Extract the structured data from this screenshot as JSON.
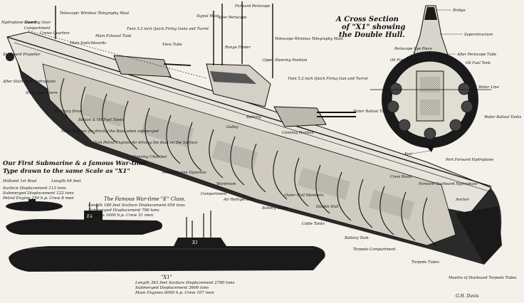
{
  "title": {
    "line1": "Our First Submarine & a famous War-time",
    "line2": "Type drawn to the same Scale as \"X1\""
  },
  "cross_section": {
    "title_line1": "A Cross Section",
    "title_line2": "of \"X1\" showing",
    "title_line3": "the Double Hull.",
    "labels": {
      "bridge": "Bridge",
      "superstructure": "Superstructure",
      "periscope_eye_piece": "Periscope Eye Piece",
      "after_periscope_tube": "After Periscope Tube",
      "oil_fuel_tank_l": "Oil Fuel Tank",
      "oil_fuel_tank_r": "Oil Fuel Tank",
      "water_line": "Water Line",
      "water_ballast_l": "Water Ballast Tanks",
      "water_ballast_r": "Water Ballast Tanks",
      "keel": "Keel"
    }
  },
  "first_boat": {
    "heading": "Holland 1st Boat",
    "length": "Length 64 feet",
    "surface_disp": "Surface Displacement 113 tons",
    "submerged_disp": "Submerged Displacement 122 tons",
    "engine": "Petrol Engine 250 h.p.  Crew 8 men"
  },
  "e_class": {
    "heading": "The Famous War-time \"E\" Class.",
    "line1": "Length 180 feet  Surface Displacement 654 tons",
    "line2": "Submerged Displacement 796 tons",
    "line3": "Engines 1600 h.p.   Crew 31 men",
    "hull_mark": "E4"
  },
  "x1": {
    "heading": "\"X1\"",
    "line1": "Length 363 feet  Surface Displacement 2780 tons",
    "line2": "Submerged Displacement 3600 tons",
    "line3": "Main Engines 6000 h.p.   Crew 107 men",
    "hull_mark": "X1"
  },
  "labels": {
    "hydroplane_guard": "Hydroplane Guard",
    "steering_gear": "Steering Gear",
    "compartment": "Compartment",
    "crews_quarters": "Crews Quarters",
    "telescopic_wireless": "Telescopic Wireless Telegraphy Mast",
    "main_switchboards": "Main Switchboards",
    "main_exhaust_tank": "Main Exhaust Tank",
    "quick_firing_guns": "Twin 5.2 inch Quick Firing Guns and Turret",
    "view_tube": "View Tube",
    "signal_mast": "Signal Mast",
    "after_periscope": "After Periscope",
    "forward_periscope": "Forward Periscope",
    "telescope_wireless_mast2": "Telescope Wireless Telegraphy Mast",
    "range_finder": "Range Finder",
    "upper_steering_position": "Upper Steering Position",
    "twin_quick_firing_gun": "Twin 5.2 inch Quick Firing Gun and Turret",
    "starboard_propeller": "Starboard Propeller",
    "after_starboard_hydroplane": "After Starboard Hydroplane",
    "stern_room": "Stern Room here",
    "auxiliary_drive": "Auxiliary Drive",
    "ballast_tanks": "Ballast & Oil Fuel Tanks",
    "main_engines_surface": "Main Engines for driving the Boat when submerged",
    "main_petrol_engines": "Main Petrol Engines for driving the Boat on the Surface",
    "steering_chamber": "Steering Chamber",
    "petrol_engine_dynamos": "Petrol Engine Dynamos",
    "galley": "Galley",
    "bathing": "Bathing",
    "wardroom": "Wardroom",
    "conning_position": "Conning Position",
    "compartment_2": "Compartment",
    "air_refrigeration": "Air Refrigeration",
    "battery_tanks": "Battery Tanks",
    "outer_hull_members": "Outer Hull Members",
    "double_hull": "Double Hull",
    "cable_tanks": "Cable Tanks",
    "torpedo_compartment": "Torpedo Compartment",
    "battery_tank2": "Battery Tank",
    "port_forward_hydroplane": "Port Forward Hydroplane",
    "forward_starboard_hydroplane": "Forward Starboard Hydroplane",
    "anchor": "Anchor",
    "mouths_torpedo_tubes": "Mouths of Starboard Torpedo Tubes",
    "torpedo_tubes": "Torpedo Tubes",
    "crew_room": "Crew Room",
    "signature": "G.H. Davis"
  },
  "colors": {
    "paper": "#f3f1ea",
    "ink": "#111111",
    "hull_dark": "#1a1a1a",
    "shade": "#5a5a5a",
    "light": "#d8d5cc"
  }
}
